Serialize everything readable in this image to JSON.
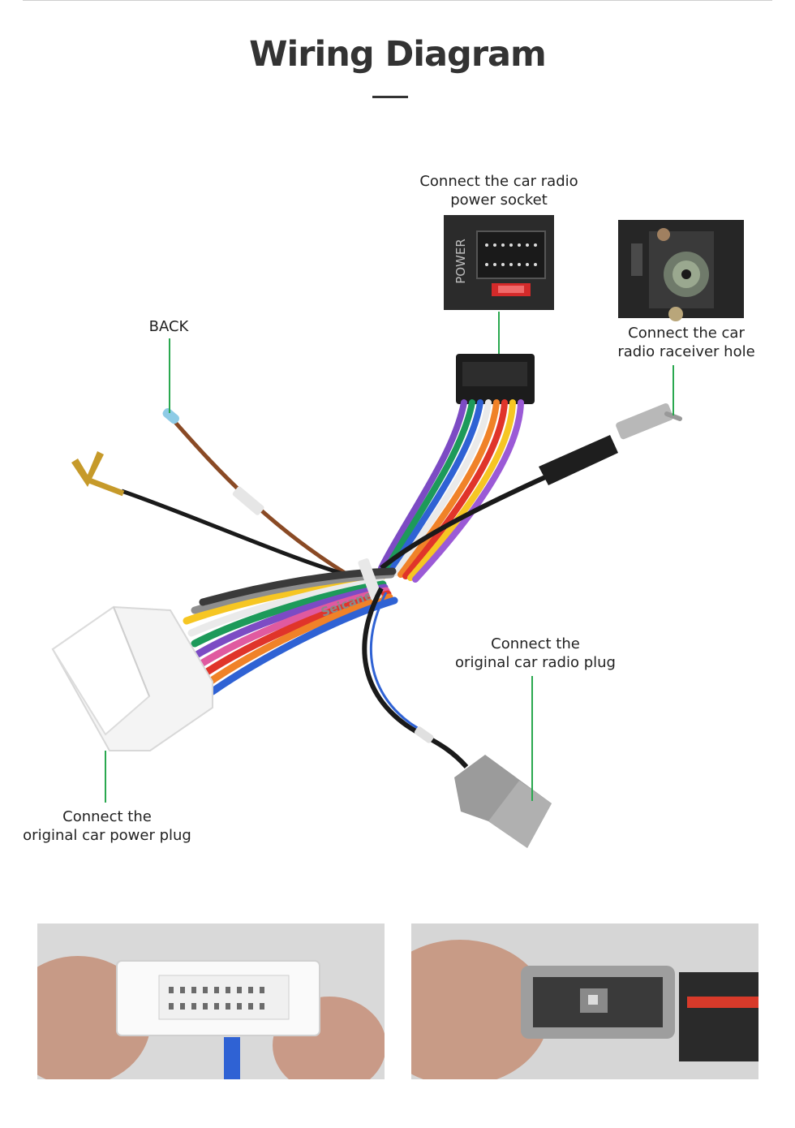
{
  "header": {
    "title": "Wiring Diagram"
  },
  "labels": {
    "power_socket": [
      "Connect the car radio",
      "power socket"
    ],
    "back": "BACK",
    "receiver_hole": [
      "Connect the  car",
      "radio raceiver hole"
    ],
    "radio_plug": [
      "Connect the",
      "original car radio plug"
    ],
    "power_plug": [
      "Connect the",
      "original car power plug"
    ]
  },
  "photo_text": {
    "power_panel": "POWER",
    "brand": "Seicane"
  },
  "colors": {
    "leader_line": "#2aa84f",
    "title": "#333333",
    "text": "#222222"
  }
}
